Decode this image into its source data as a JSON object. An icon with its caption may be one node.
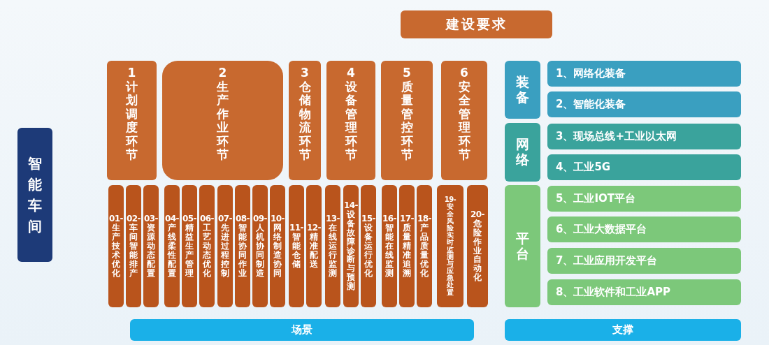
{
  "diagram": {
    "nodes": [
      {
        "text": [
          "智能车间"
        ]
      },
      {
        "text": [
          "建设要求"
        ]
      },
      {
        "text": [
          "1 计划调度环节"
        ]
      },
      {
        "text": [
          "2 生产作业环节"
        ]
      },
      {
        "text": [
          "3 仓储物流环节"
        ]
      },
      {
        "text": [
          "4 设备管理环节"
        ]
      },
      {
        "text": [
          "5 质量管控环节"
        ]
      },
      {
        "text": [
          "6 安全管理环节"
        ]
      },
      {
        "text": [
          "01-生产技术优化"
        ]
      },
      {
        "text": [
          "02-车间智能排产"
        ]
      },
      {
        "text": [
          "03-资源动态配置"
        ]
      },
      {
        "text": [
          "04-产线柔性配置"
        ]
      },
      {
        "text": [
          "05-精益生产管理"
        ]
      },
      {
        "text": [
          "06-工艺动态优化"
        ]
      },
      {
        "text": [
          "07-先进过程控制"
        ]
      },
      {
        "text": [
          "08-智能协同作业"
        ]
      },
      {
        "text": [
          "09-人机协同制造"
        ]
      },
      {
        "text": [
          "10-网络制造协同"
        ]
      },
      {
        "text": [
          "11-智能仓储"
        ]
      },
      {
        "text": [
          "12-精准配送"
        ]
      },
      {
        "text": [
          "13-在线运行监测"
        ]
      },
      {
        "text": [
          "14-设备故障诊断与预测"
        ]
      },
      {
        "text": [
          "15-设备运行优化"
        ]
      },
      {
        "text": [
          "16-智能在线监测"
        ]
      },
      {
        "text": [
          "17-质量精准追溯"
        ]
      },
      {
        "text": [
          "18-产品质量优化"
        ]
      },
      {
        "text": [
          "19-安全风险实时监测与应急处置"
        ]
      },
      {
        "text": [
          "20-危险作业自动化"
        ]
      },
      {
        "text": [
          "场景"
        ]
      },
      {
        "text": [
          "装备"
        ]
      },
      {
        "text": [
          "1、网络化装备"
        ]
      },
      {
        "text": [
          "2、智能化装备"
        ]
      },
      {
        "text": [
          "网络"
        ]
      },
      {
        "text": [
          "3、现场总线+工业以太网"
        ]
      },
      {
        "text": [
          "4、工业5G"
        ]
      },
      {
        "text": [
          "平台"
        ]
      },
      {
        "text": [
          "5、工业IOT平台"
        ]
      },
      {
        "text": [
          "6、工业大数据平台"
        ]
      },
      {
        "text": [
          "7、工业应用开发平台"
        ]
      },
      {
        "text": [
          "8、工业软件和工业APP"
        ]
      },
      {
        "text": [
          "支撑"
        ]
      }
    ],
    "edges": []
  }
}
